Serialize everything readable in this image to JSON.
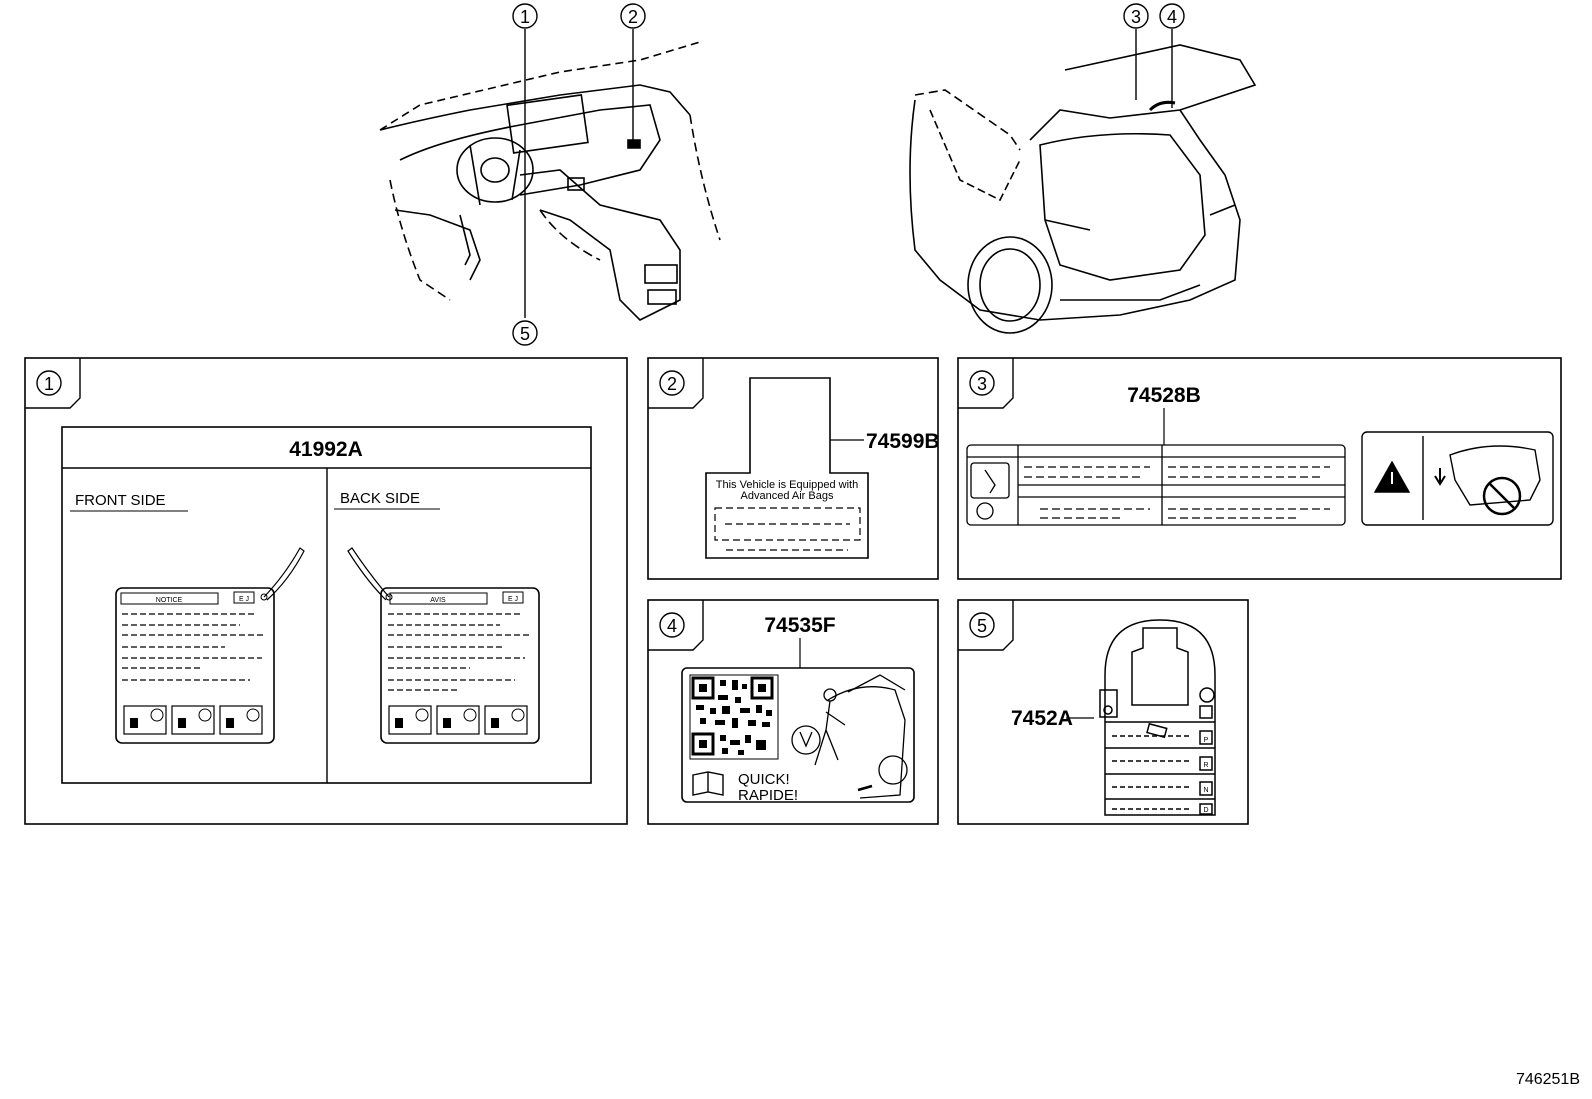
{
  "callouts": {
    "c1": "1",
    "c2": "2",
    "c3": "3",
    "c4": "4",
    "c5": "5"
  },
  "panels": {
    "p1": {
      "number": "1",
      "part": "41992A",
      "front_side": "FRONT SIDE",
      "back_side": "BACK SIDE",
      "front_tag_header": "NOTICE",
      "back_tag_header": "AVIS",
      "tag_code": "E J"
    },
    "p2": {
      "number": "2",
      "part": "74599B",
      "label_line1": "This Vehicle is Equipped with",
      "label_line2": "Advanced  Air  Bags"
    },
    "p3": {
      "number": "3",
      "part": "74528B"
    },
    "p4": {
      "number": "4",
      "part": "74535F",
      "quick": "QUICK!",
      "rapide": "RAPIDE!"
    },
    "p5": {
      "number": "5",
      "part": "7452A",
      "gears": [
        "P",
        "R",
        "N",
        "D"
      ]
    }
  },
  "reference": "746251B"
}
